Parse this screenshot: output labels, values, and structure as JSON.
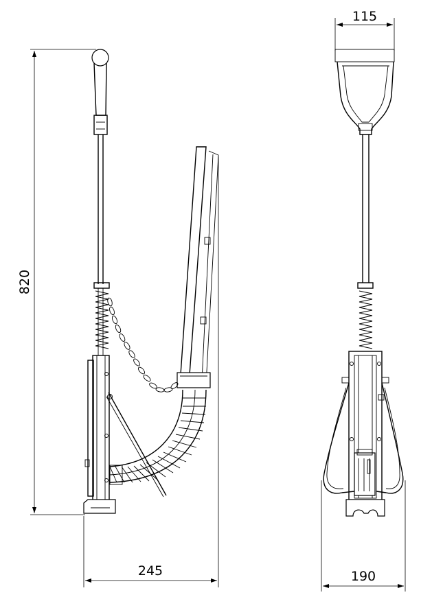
{
  "dimensions": {
    "height": "820",
    "top_width": "115",
    "side_width": "245",
    "front_width": "190"
  }
}
